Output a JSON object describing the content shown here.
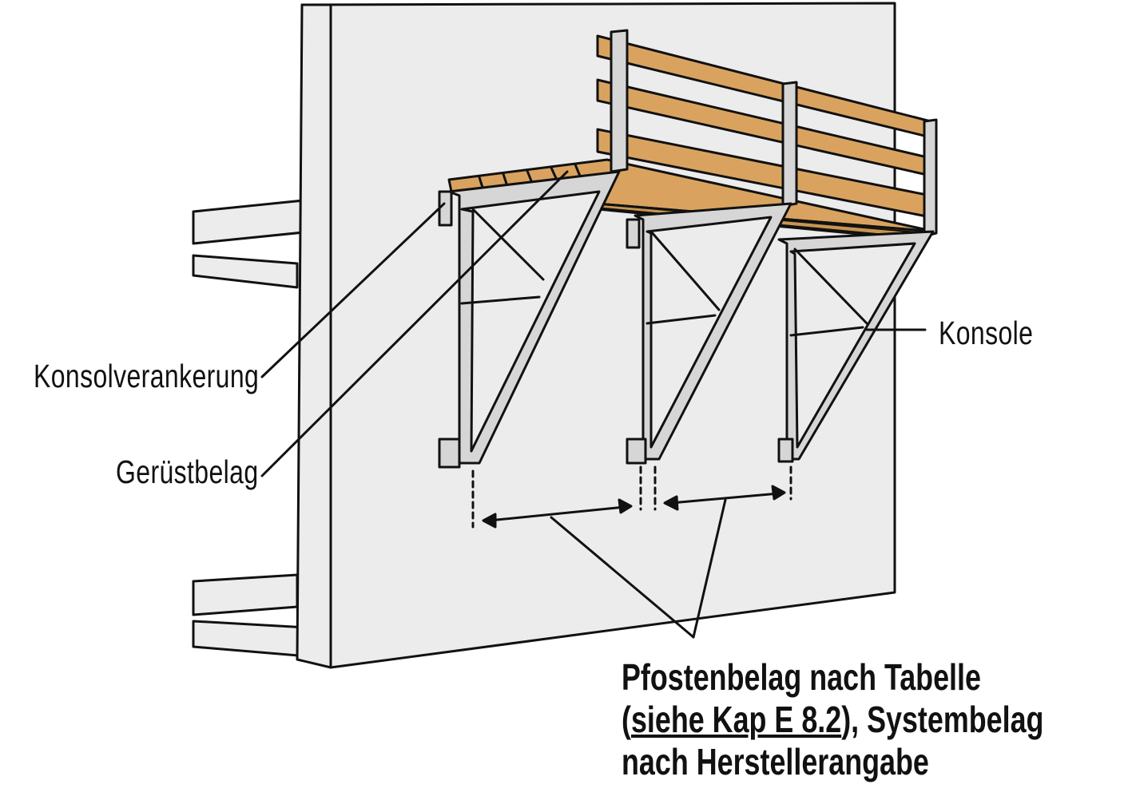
{
  "labels": {
    "konsolverankerung": "Konsolverankerung",
    "geruestbelag": "Gerüstbelag",
    "konsole": "Konsole"
  },
  "caption": {
    "line1": "Pfostenbelag nach Tabelle",
    "line2_open": "(",
    "line2_link": "siehe Kap E 8.2",
    "line2_rest": "), Systembelag",
    "line3": "nach Herstellerangabe"
  },
  "colors": {
    "wall": "#ececec",
    "steel": "#d6d6d6",
    "wood": "#d9a35f",
    "wood_dark": "#b9834a",
    "outline": "#111111"
  }
}
